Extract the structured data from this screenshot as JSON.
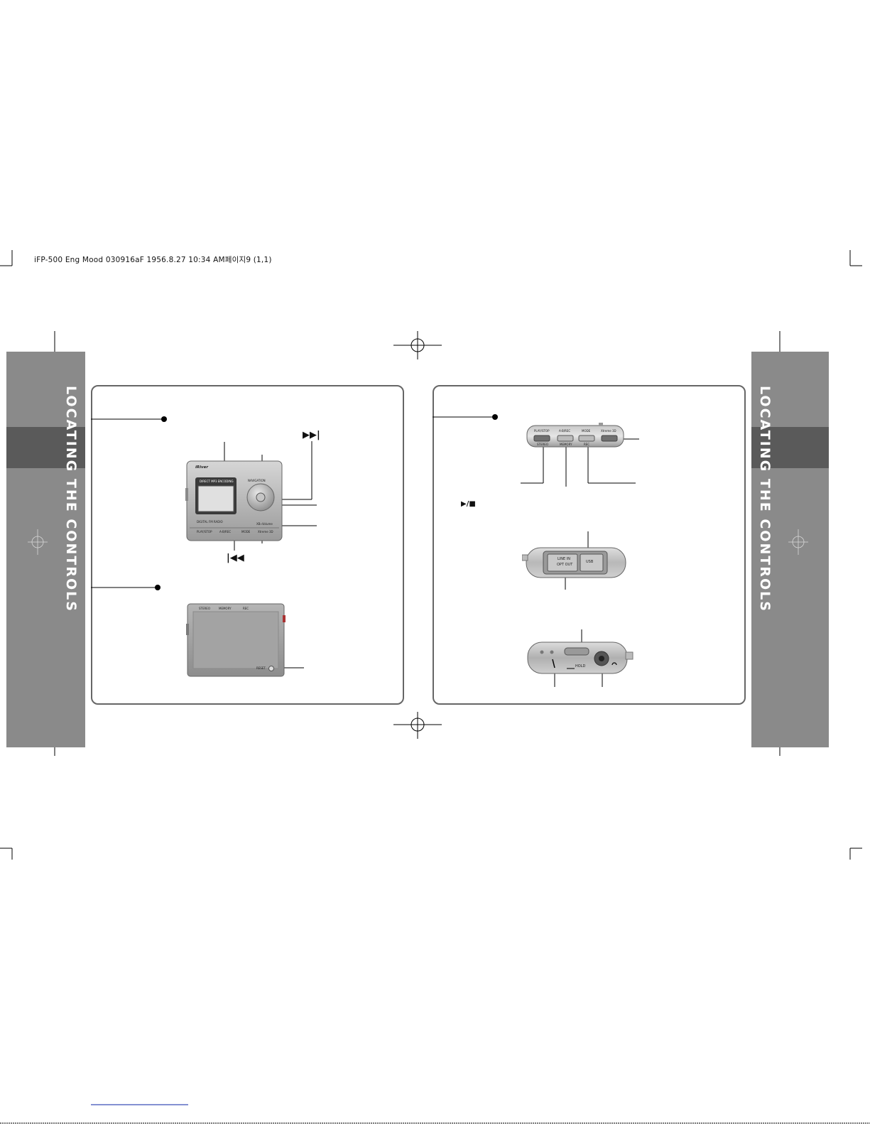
{
  "header": {
    "file_line": "iFP-500 Eng Mood 030916aF  1956.8.27 10:34 AM페이지9 (1,1)"
  },
  "side_title": "LOCATING THE CONTROLS",
  "front_view": {
    "brand": "iRiver",
    "screen_caption": "DIRECT MP3 ENCODING",
    "dial_caption": "NAVIGATION",
    "below_screen": "DIGITAL FM RADIO",
    "xbass": "XB∙Volume",
    "bottom_buttons": [
      "PLAY/STOP",
      "A-B/REC",
      "MODE",
      "Xtreme 3D"
    ],
    "next_symbol": "▶▶|",
    "prev_symbol": "|◀◀"
  },
  "back_view": {
    "top_buttons": [
      "STEREO",
      "MEMORY",
      "REC"
    ],
    "reset_label": "RESET"
  },
  "top_view": {
    "top_labels": [
      "PLAY/STOP",
      "A-B/REC",
      "MODE",
      "Xtreme 3D"
    ],
    "bottom_labels": [
      "STEREO",
      "MEMORY",
      "REC"
    ],
    "play_stop_symbol": "▶/■"
  },
  "side_view": {
    "line_in": "LINE IN",
    "opt_out": "OPT OUT",
    "usb": "USB"
  },
  "bottom_view": {
    "hold": "HOLD"
  }
}
